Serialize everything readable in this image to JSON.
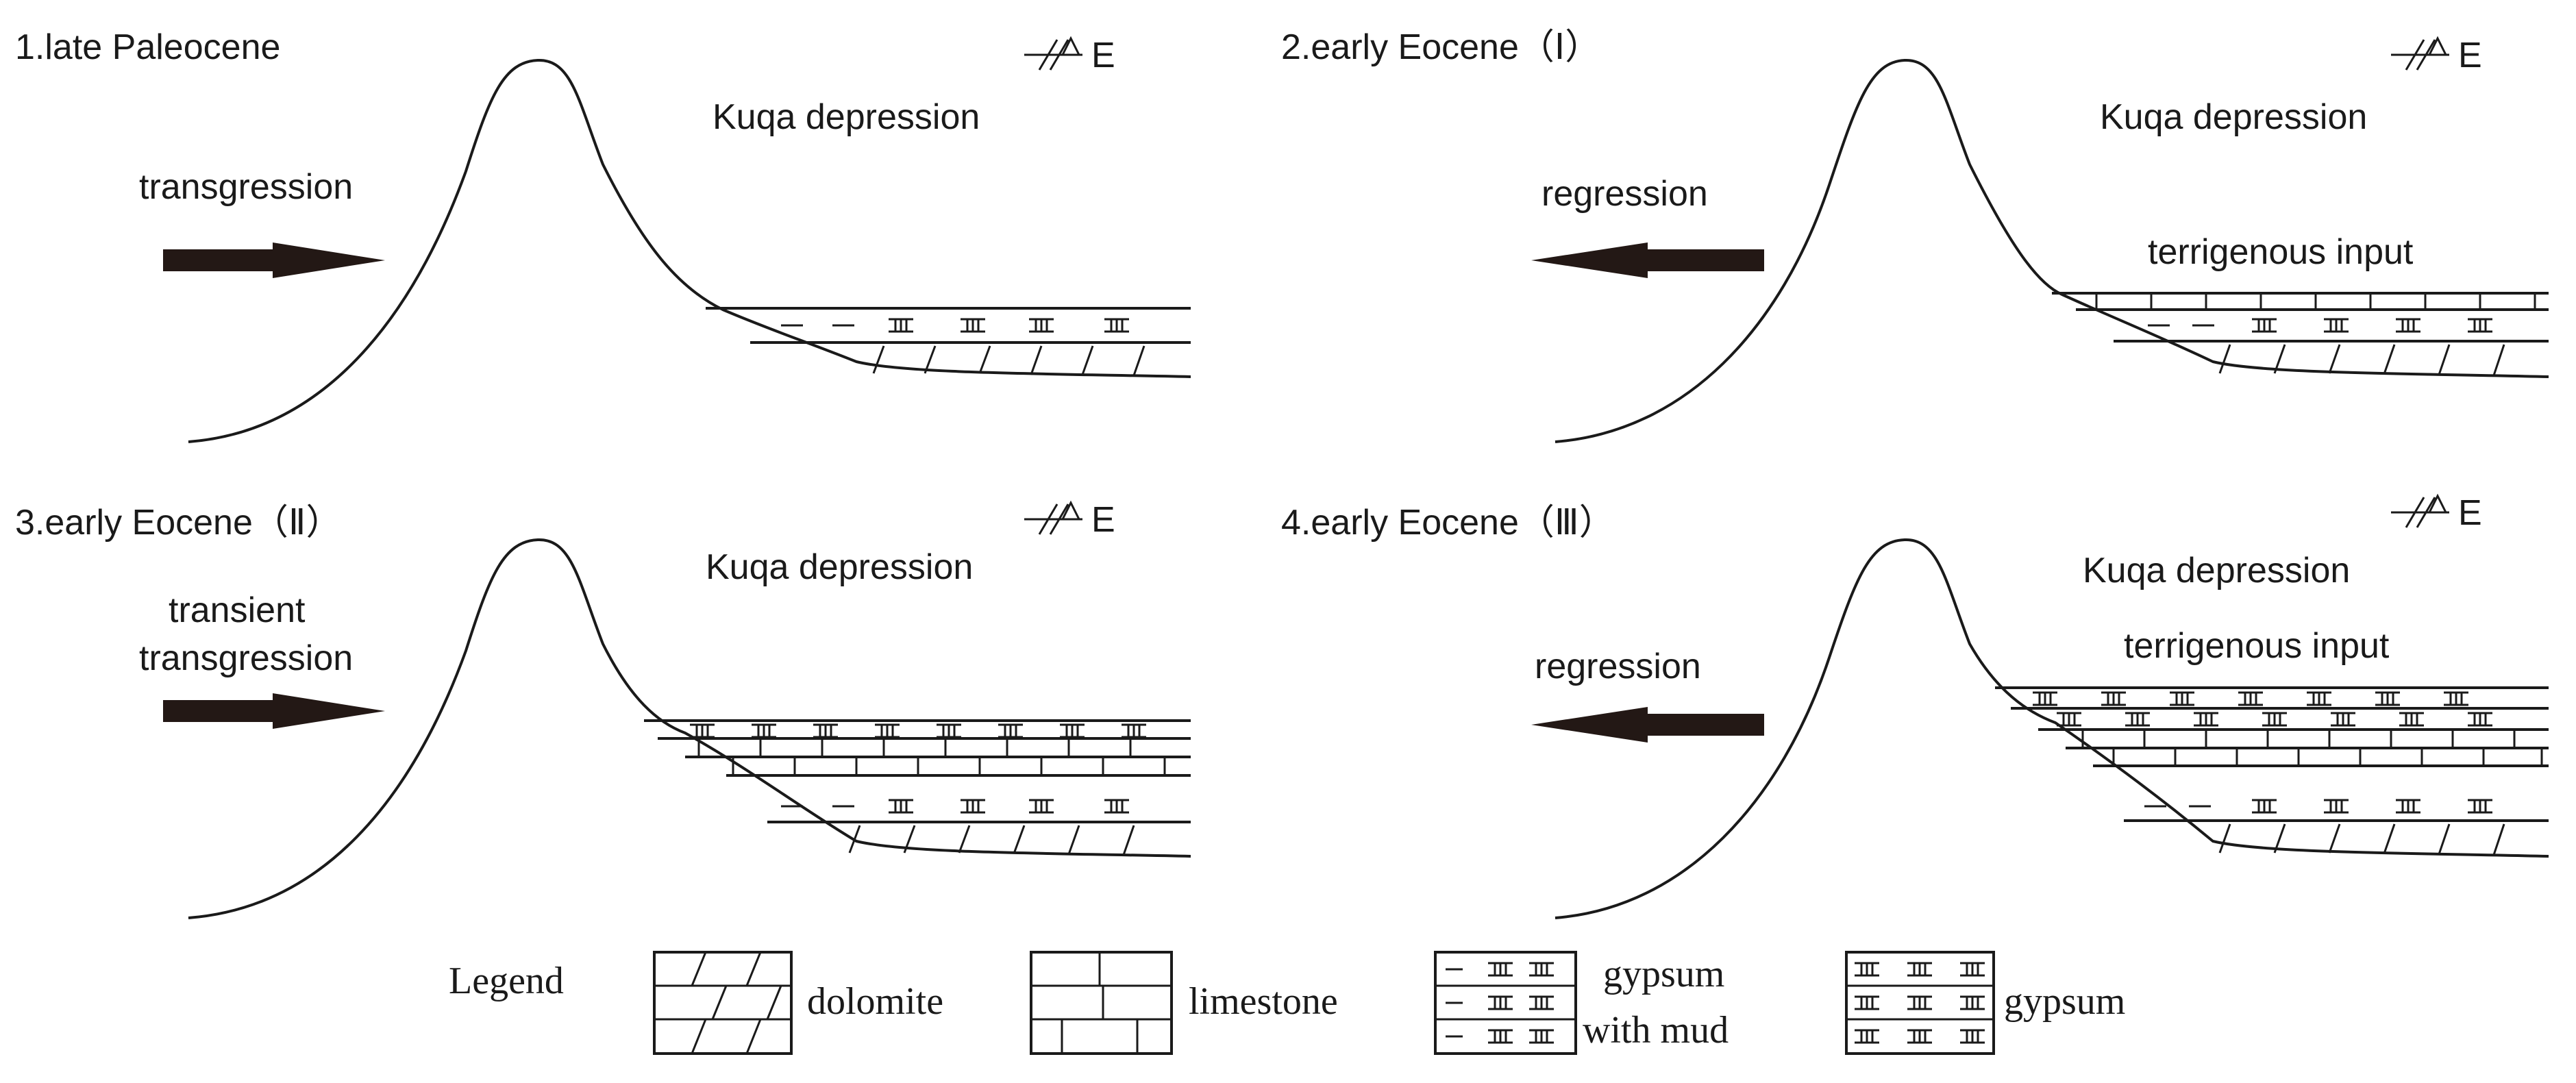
{
  "panels": [
    {
      "title": "1.late Paleocene",
      "basin_label": "Kuqa depression",
      "direction_label": "E",
      "movement_label": [
        "transgression"
      ],
      "movement_direction": "east",
      "input_label": "",
      "layers": [
        "gypsum-with-mud",
        "dolomite"
      ]
    },
    {
      "title": "2.early Eocene（Ⅰ）",
      "basin_label": "Kuqa depression",
      "direction_label": "E",
      "movement_label": [
        "regression"
      ],
      "movement_direction": "west",
      "input_label": "terrigenous input",
      "layers": [
        "limestone",
        "gypsum-with-mud",
        "dolomite"
      ]
    },
    {
      "title": "3.early Eocene（Ⅱ）",
      "basin_label": "Kuqa depression",
      "direction_label": "E",
      "movement_label": [
        "transient",
        "transgression"
      ],
      "movement_direction": "east",
      "input_label": "",
      "layers": [
        "gypsum",
        "limestone",
        "limestone",
        "gypsum-with-mud",
        "dolomite"
      ]
    },
    {
      "title": "4.early Eocene（Ⅲ）",
      "basin_label": "Kuqa depression",
      "direction_label": "E",
      "movement_label": [
        "regression"
      ],
      "movement_direction": "west",
      "input_label": "terrigenous input",
      "layers": [
        "gypsum",
        "gypsum",
        "limestone",
        "limestone",
        "gypsum-with-mud",
        "dolomite"
      ]
    }
  ],
  "legend": {
    "title": "Legend",
    "items": [
      {
        "pattern": "dolomite",
        "label": [
          "dolomite"
        ]
      },
      {
        "pattern": "limestone",
        "label": [
          "limestone"
        ]
      },
      {
        "pattern": "gypsum-with-mud",
        "label": [
          "gypsum",
          "with mud"
        ]
      },
      {
        "pattern": "gypsum",
        "label": [
          "gypsum"
        ]
      }
    ]
  },
  "colors": {
    "ink": "#1a1a1a",
    "arrow": "#231815",
    "background": "#ffffff"
  }
}
